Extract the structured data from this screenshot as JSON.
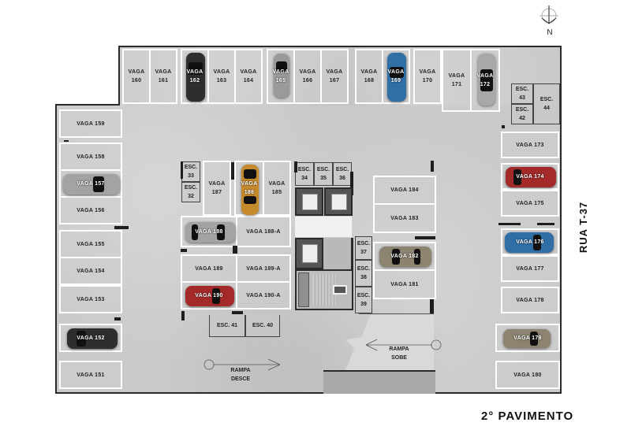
{
  "plan": {
    "title": "2° PAVIMENTO",
    "street_label": "RUA T-37",
    "north_label": "N",
    "ramps": {
      "down": {
        "line1": "RAMPA",
        "line2": "DESCE"
      },
      "up": {
        "line1": "RAMPA",
        "line2": "SOBE"
      }
    }
  },
  "colors": {
    "floor": "#c9c9c9",
    "wall": "#2a2a2a",
    "spot_border": "#ffffff",
    "car_black": "#2e2e2e",
    "car_silver": "#9a9a9a",
    "car_blue": "#2f6fa6",
    "car_gold": "#c58a2c",
    "car_red": "#a42a2a",
    "car_beige": "#8c8470"
  },
  "spots_top": [
    {
      "line1": "VAGA",
      "line2": "160",
      "car": null
    },
    {
      "line1": "VAGA",
      "line2": "161",
      "car": null
    },
    {
      "line1": "VAGA",
      "line2": "162",
      "car": "black"
    },
    {
      "line1": "VAGA",
      "line2": "163",
      "car": null
    },
    {
      "line1": "VAGA",
      "line2": "164",
      "car": null
    },
    {
      "line1": "VAGA",
      "line2": "165",
      "car": "silver"
    },
    {
      "line1": "VAGA",
      "line2": "166",
      "car": null
    },
    {
      "line1": "VAGA",
      "line2": "167",
      "car": null
    },
    {
      "line1": "VAGA",
      "line2": "168",
      "car": null
    },
    {
      "line1": "VAGA",
      "line2": "169",
      "car": "blue"
    },
    {
      "line1": "VAGA",
      "line2": "170",
      "car": null
    },
    {
      "line1": "VAGA",
      "line2": "171",
      "car": null
    },
    {
      "line1": "VAGA",
      "line2": "172",
      "car": "silver"
    }
  ],
  "spots_left": [
    {
      "label": "VAGA 159",
      "car": null
    },
    {
      "label": "VAGA 158",
      "car": null
    },
    {
      "label": "VAGA 157",
      "car": "silver"
    },
    {
      "label": "VAGA 156",
      "car": null
    },
    {
      "label": "VAGA 155",
      "car": null
    },
    {
      "label": "VAGA 154",
      "car": null
    },
    {
      "label": "VAGA 153",
      "car": null
    },
    {
      "label": "VAGA 152",
      "car": "black"
    },
    {
      "label": "VAGA 151",
      "car": null
    }
  ],
  "spots_right": [
    {
      "label": "VAGA 173",
      "car": null
    },
    {
      "label": "VAGA 174",
      "car": "red"
    },
    {
      "label": "VAGA 175",
      "car": null
    },
    {
      "label": "VAGA 176",
      "car": "blue"
    },
    {
      "label": "VAGA 177",
      "car": null
    },
    {
      "label": "VAGA 178",
      "car": null
    },
    {
      "label": "VAGA 179",
      "car": "beige"
    },
    {
      "label": "VAGA 180",
      "car": null
    }
  ],
  "spots_center_left": [
    {
      "line1": "VAGA",
      "line2": "187",
      "car": null
    },
    {
      "line1": "VAGA",
      "line2": "186",
      "car": "gold"
    },
    {
      "line1": "VAGA",
      "line2": "185",
      "car": null
    },
    {
      "label": "VAGA 188",
      "car": "silver"
    },
    {
      "label": "VAGA 188-A",
      "car": null
    },
    {
      "label": "VAGA 189",
      "car": null
    },
    {
      "label": "VAGA 189-A",
      "car": null
    },
    {
      "label": "VAGA 190",
      "car": "red"
    },
    {
      "label": "VAGA 190-A",
      "car": null
    }
  ],
  "spots_center_right": [
    {
      "label": "VAGA 184",
      "car": null
    },
    {
      "label": "VAGA 183",
      "car": null
    },
    {
      "label": "VAGA 182",
      "car": "beige"
    },
    {
      "label": "VAGA 181",
      "car": null
    }
  ],
  "storage": {
    "esc33": {
      "line1": "ESC.",
      "line2": "33"
    },
    "esc32": {
      "line1": "ESC.",
      "line2": "32"
    },
    "esc34": {
      "line1": "ESC.",
      "line2": "34"
    },
    "esc35": {
      "line1": "ESC.",
      "line2": "35"
    },
    "esc36": {
      "line1": "ESC.",
      "line2": "36"
    },
    "esc37": {
      "line1": "ESC.",
      "line2": "37"
    },
    "esc38": {
      "line1": "ESC.",
      "line2": "38"
    },
    "esc39": {
      "line1": "ESC.",
      "line2": "39"
    },
    "esc40": {
      "label": "ESC. 40"
    },
    "esc41": {
      "label": "ESC. 41"
    },
    "esc42": {
      "line1": "ESC.",
      "line2": "42"
    },
    "esc43": {
      "line1": "ESC.",
      "line2": "43"
    },
    "esc44": {
      "line1": "ESC.",
      "line2": "44"
    }
  }
}
